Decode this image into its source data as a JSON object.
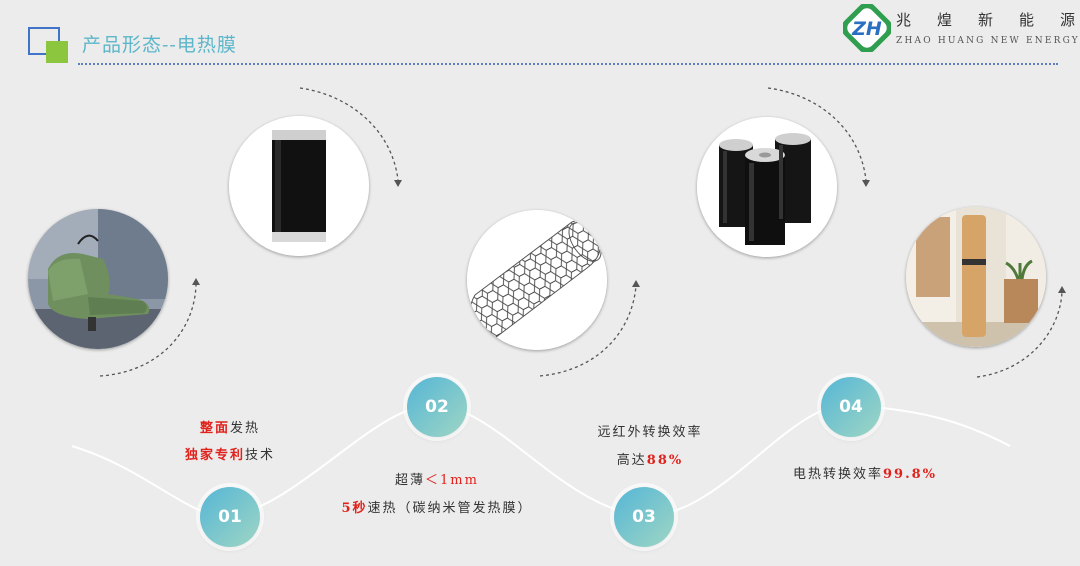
{
  "header": {
    "title": "产品形态--电热膜"
  },
  "logo": {
    "mark": "ZH",
    "name_cn": "兆煌新能源",
    "name_en": "ZHAO HUANG NEW ENERGY"
  },
  "steps": [
    {
      "number": "01",
      "line1_red": "整面",
      "line1_rest": "发热",
      "line2_red": "独家专利",
      "line2_rest": "技术"
    },
    {
      "number": "02",
      "line1_a": "超薄",
      "line1_red": "＜1mm",
      "line2_red": "5秒",
      "line2_rest": "速热（碳纳米管发热膜）"
    },
    {
      "number": "03",
      "line1": "远红外转换效率",
      "line2_a": "高达",
      "line2_red": "88%"
    },
    {
      "number": "04",
      "line1_a": "电热转换效率",
      "line1_red": "99.8%"
    }
  ],
  "colors": {
    "accent_teal": "#5db6c9",
    "accent_blue": "#3f74c8",
    "accent_green": "#8cc63f",
    "highlight_red": "#e0221c"
  },
  "icons": [
    "recliner-photo",
    "film-roll-photo",
    "carbon-nanotube-photo",
    "film-rolls-photo",
    "heater-column-photo"
  ]
}
